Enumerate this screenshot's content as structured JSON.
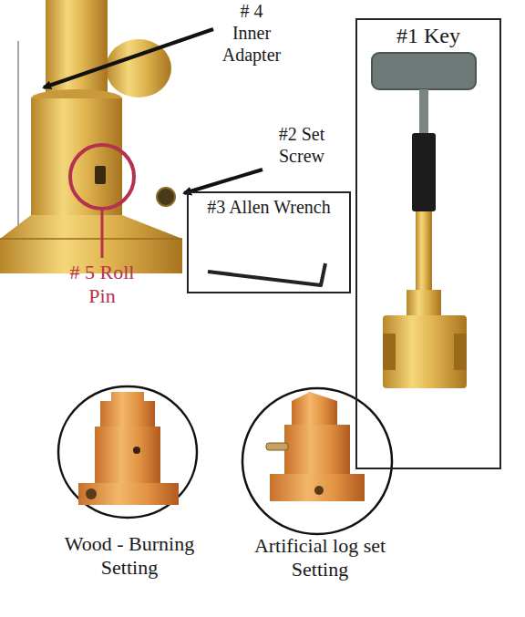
{
  "diagram": {
    "nodes": [
      {
        "text": [
          "#1 Key"
        ]
      },
      {
        "text": [
          "#3 Allen Wrench"
        ]
      }
    ],
    "labels": [
      "# 4 Inner Adapter",
      "#2 Set Screw",
      "# 5 Roll Pin",
      "Wood - Burning Setting",
      "Artificial log set Setting"
    ]
  }
}
